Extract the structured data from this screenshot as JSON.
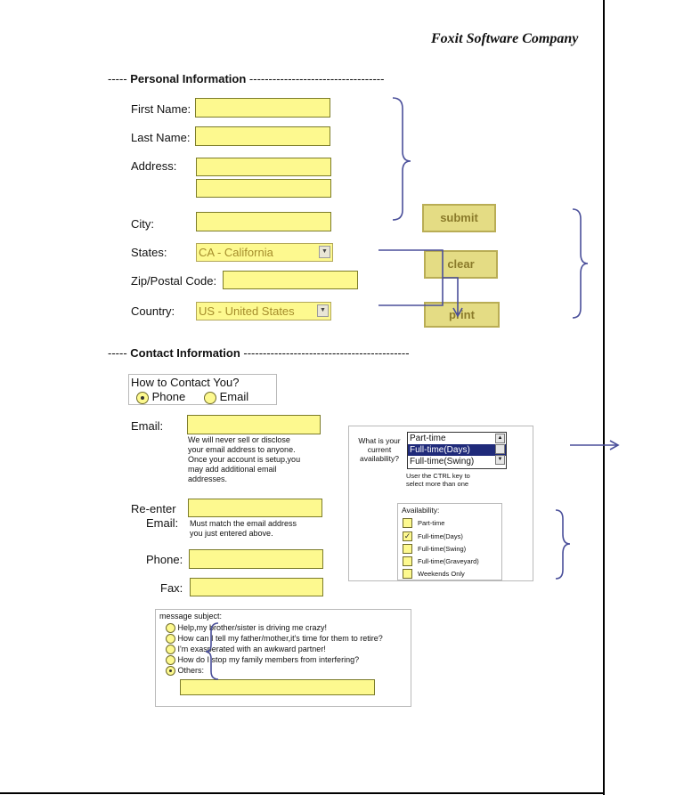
{
  "header": {
    "company": "Foxit Software Company"
  },
  "personal": {
    "section_title": "Personal Information",
    "first_name_label": "First Name:",
    "last_name_label": "Last Name:",
    "address_label": "Address:",
    "city_label": "City:",
    "states_label": "States:",
    "states_value": "CA - California",
    "zip_label": "Zip/Postal Code:",
    "country_label": "Country:",
    "country_value": "US - United States"
  },
  "buttons": {
    "submit": "submit",
    "clear": "clear",
    "print": "print"
  },
  "contact": {
    "section_title": "Contact Information",
    "how_contact_label": "How to Contact You?",
    "phone_option": "Phone",
    "email_option": "Email",
    "email_label": "Email:",
    "email_note": [
      "We will never sell or disclose",
      "your email address to anyone.",
      "Once your account is setup,you",
      "may add additional email",
      "addresses."
    ],
    "reenter_label_1": "Re-enter",
    "reenter_label_2": "Email:",
    "reenter_note": [
      "Must match the email address",
      "you just entered above."
    ],
    "phone_label": "Phone:",
    "fax_label": "Fax:"
  },
  "availability_list": {
    "question": [
      "What is your",
      "current",
      "availability?"
    ],
    "options": [
      "Part-time",
      "Full-time(Days)",
      "Full-time(Swing)"
    ],
    "selected": "Full-time(Days)",
    "hint": [
      "User the CTRL key to",
      "select more than one"
    ]
  },
  "availability_checks": {
    "title": "Availability:",
    "items": [
      {
        "label": "Part-time",
        "checked": false
      },
      {
        "label": "Full-time(Days)",
        "checked": true
      },
      {
        "label": "Full-time(Swing)",
        "checked": false
      },
      {
        "label": "Full-time(Graveyard)",
        "checked": false
      },
      {
        "label": "Weekends Only",
        "checked": false
      }
    ]
  },
  "message": {
    "title": "message subject:",
    "options": [
      "Help,my brother/sister is driving me crazy!",
      "How can I tell my father/mother,it's time for them to retire?",
      "I'm exasperated with an awkward partner!",
      "How do I stop my family members from interfering?",
      "Others:"
    ],
    "selected": "Others:"
  },
  "colors": {
    "field_fill": "#fdf98f",
    "button_fill": "#e4dc84",
    "annotation": "#4a4f9a"
  }
}
